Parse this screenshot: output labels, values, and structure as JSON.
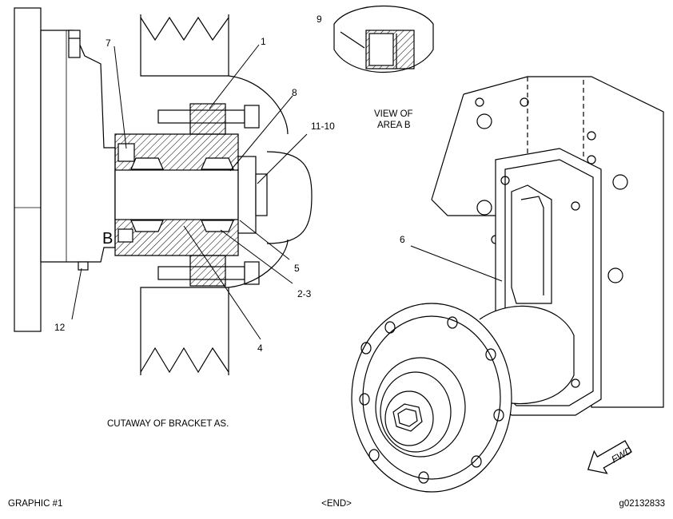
{
  "callouts": {
    "c1": "1",
    "c2_3": "2-3",
    "c4": "4",
    "c5": "5",
    "c6": "6",
    "c7": "7",
    "c8": "8",
    "c9": "9",
    "c11_10": "11-10",
    "c12": "12",
    "area_b": "B"
  },
  "view_of": {
    "line1": "VIEW OF",
    "line2": "AREA B"
  },
  "cutaway_caption": "CUTAWAY OF BRACKET AS.",
  "fwd_label": "FWD",
  "footer": {
    "left": "GRAPHIC  #1",
    "center": "<END>",
    "right": "g02132833"
  },
  "colors": {
    "ink": "#000000",
    "paper": "#ffffff"
  },
  "icons": {
    "direction": "fwd-arrow-icon"
  }
}
